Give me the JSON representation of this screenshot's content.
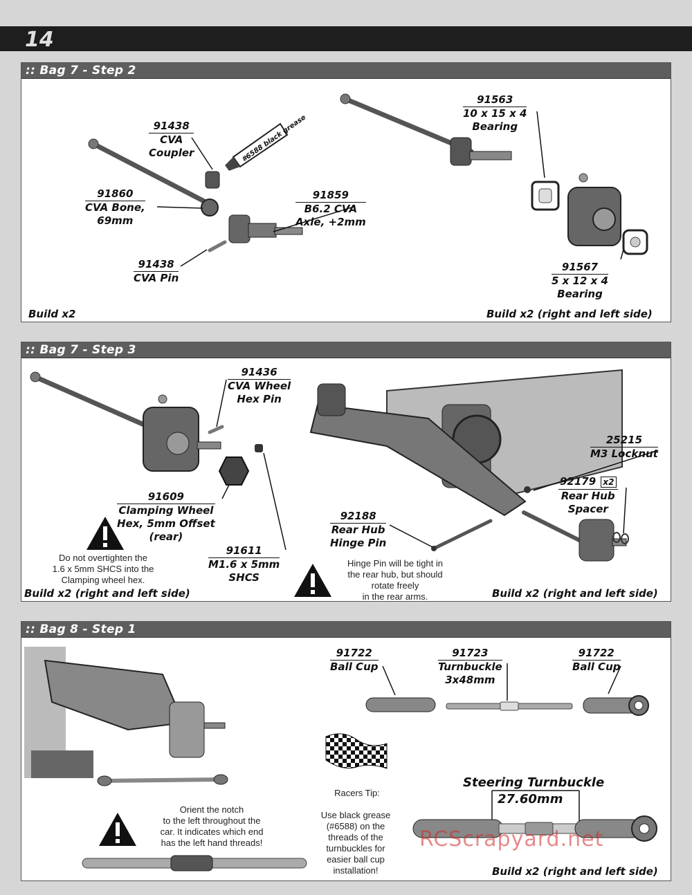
{
  "page_number": "14",
  "step1": {
    "title": ":: Bag 7 - Step 2",
    "labels": {
      "coupler": {
        "pn": "91438",
        "name1": "CVA",
        "name2": "Coupler"
      },
      "grease": "#6588 black grease",
      "bone": {
        "pn": "91860",
        "name1": "CVA Bone,",
        "name2": "69mm"
      },
      "axle": {
        "pn": "91859",
        "name1": "B6.2 CVA",
        "name2": "Axle, +2mm"
      },
      "pin": {
        "pn": "91438",
        "name1": "CVA Pin"
      },
      "bearing_big": {
        "pn": "91563",
        "name1": "10 x 15 x 4",
        "name2": "Bearing"
      },
      "bearing_small": {
        "pn": "91567",
        "name1": "5 x 12 x 4",
        "name2": "Bearing"
      }
    },
    "build_left": "Build x2",
    "build_right": "Build x2 (right and left side)"
  },
  "step2": {
    "title": ":: Bag 7 - Step 3",
    "labels": {
      "hexpin": {
        "pn": "91436",
        "name1": "CVA Wheel",
        "name2": "Hex Pin"
      },
      "hex": {
        "pn": "91609",
        "name1": "Clamping Wheel",
        "name2": "Hex, 5mm Offset",
        "name3": "(rear)"
      },
      "shcs": {
        "pn": "91611",
        "name1": "M1.6 x 5mm",
        "name2": "SHCS"
      },
      "hingepin": {
        "pn": "92188",
        "name1": "Rear Hub",
        "name2": "Hinge Pin"
      },
      "locknut": {
        "pn": "25215",
        "name1": "M3 Locknut"
      },
      "spacer": {
        "pn": "92179",
        "qty": "x2",
        "name1": "Rear Hub",
        "name2": "Spacer"
      }
    },
    "note_left": [
      "Do not overtighten the",
      "1.6 x 5mm SHCS into the",
      "Clamping wheel hex."
    ],
    "note_right": [
      "Hinge Pin will be tight in",
      "the rear hub, but should",
      "rotate freely",
      "in the rear arms."
    ],
    "build_left": "Build x2 (right and left side)",
    "build_right": "Build x2 (right and left side)"
  },
  "step3": {
    "title": ":: Bag 8 - Step 1",
    "labels": {
      "cup_left": {
        "pn": "91722",
        "name1": "Ball Cup"
      },
      "turnbuckle": {
        "pn": "91723",
        "name1": "Turnbuckle",
        "name2": "3x48mm"
      },
      "cup_right": {
        "pn": "91722",
        "name1": "Ball Cup"
      }
    },
    "tip_title": "Racers Tip:",
    "tip_text": [
      "Use black grease",
      "(#6588) on the",
      "threads of the",
      "turnbuckles for",
      "easier ball cup",
      "installation!"
    ],
    "note_left": [
      "Orient the notch",
      "to the left throughout the",
      "car.  It indicates which end",
      "has the left hand threads!"
    ],
    "steering_title": "Steering Turnbuckle",
    "steering_length": "27.60mm",
    "build_right": "Build x2 (right and left side)"
  },
  "watermark": "RCScrapyard.net"
}
